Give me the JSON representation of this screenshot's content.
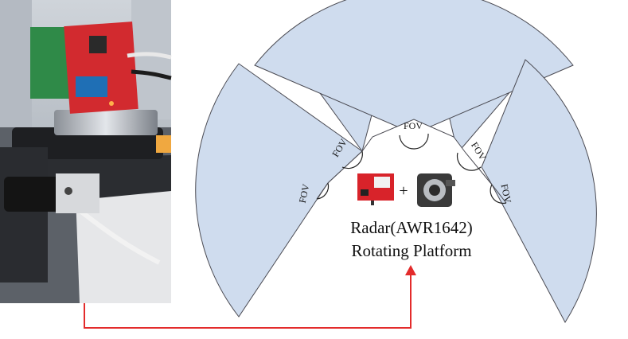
{
  "photo": {
    "subject": "radar-board-on-rotating-platform-photo"
  },
  "fov_labels": [
    "FOV",
    "FOV",
    "FOV",
    "FOV",
    "FOV"
  ],
  "plus_sign": "+",
  "caption": {
    "line1": "Radar(AWR1642)",
    "line2": "Rotating Platform"
  },
  "colors": {
    "sector_fill": "#cfdcee",
    "sector_stroke": "#4a4a52",
    "arrow": "#e32b2b",
    "radar_board": "#d8232a",
    "platform_body": "#3a3a3a"
  }
}
